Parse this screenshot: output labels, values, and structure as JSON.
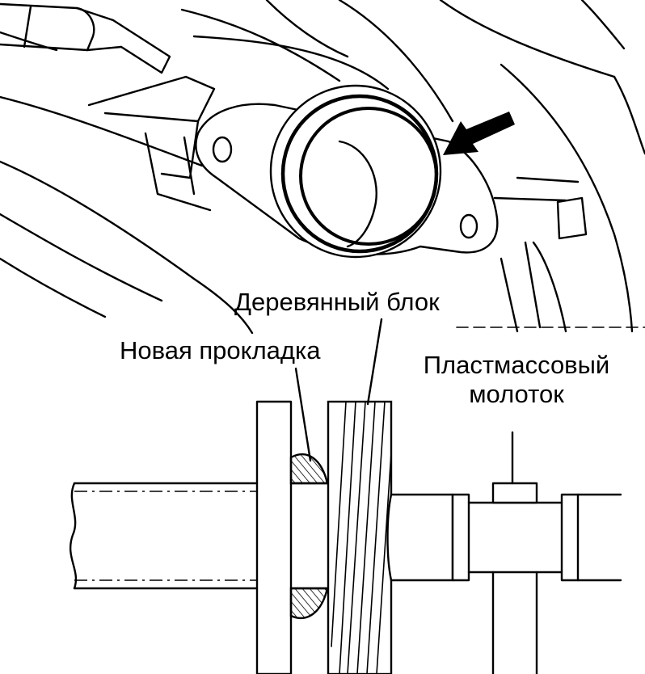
{
  "labels": {
    "wooden_block": "Деревянный блок",
    "new_gasket": "Новая прокладка",
    "plastic_mallet_line1": "Пластмассовый",
    "plastic_mallet_line2": "молоток"
  },
  "colors": {
    "ink": "#000000",
    "background": "#ffffff"
  }
}
